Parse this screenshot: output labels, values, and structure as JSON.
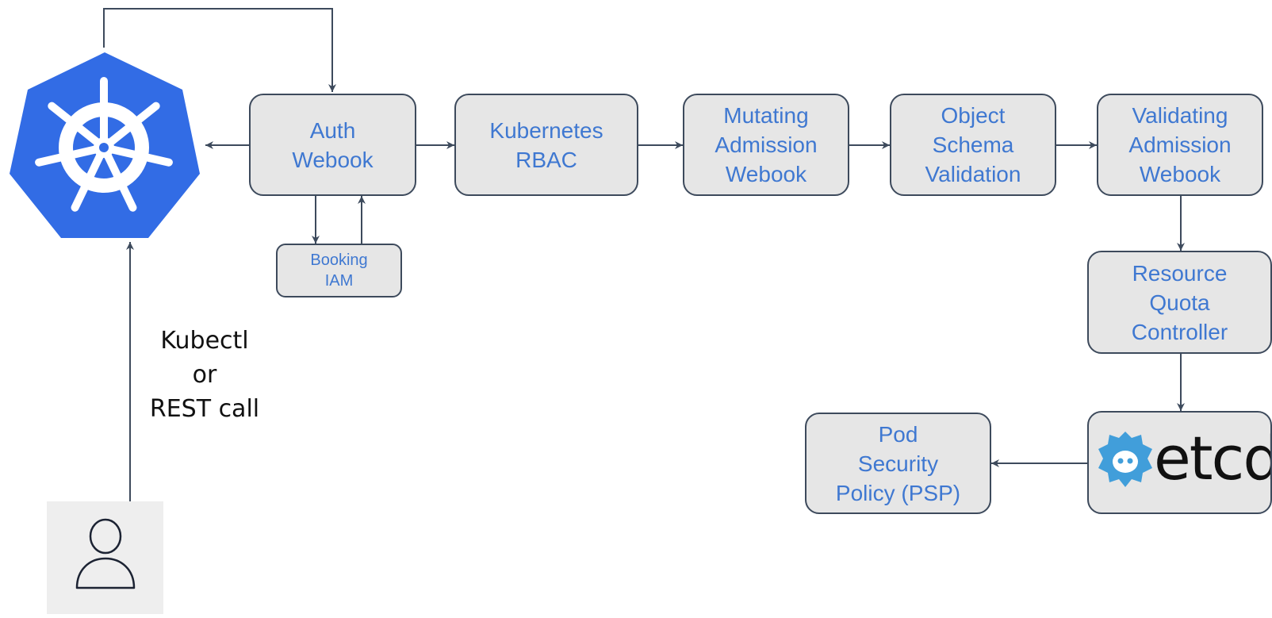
{
  "diagram": {
    "nodes": {
      "auth_webhook": "Auth\nWebook",
      "kubernetes_rbac": "Kubernetes\nRBAC",
      "mutating_webhook": "Mutating\nAdmission\nWebook",
      "object_schema": "Object\nSchema\nValidation",
      "validating_webhook": "Validating\nAdmission\nWebook",
      "booking_iam": "Booking\nIAM",
      "resource_quota": "Resource\nQuota\nController",
      "etcd": "etcd",
      "pod_security_policy": "Pod\nSecurity\nPolicy (PSP)"
    },
    "client_label": "Kubectl\nor\nREST call",
    "icons": {
      "kubernetes": "kubernetes-helm-logo",
      "etcd": "etcd-logo",
      "user": "user-icon"
    },
    "colors": {
      "node_fill": "#e6e6e6",
      "node_border": "#3d4a5c",
      "node_text": "#3f78d1",
      "kubernetes_blue": "#326ce5",
      "etcd_blue": "#419eda",
      "wire": "#3d4a5c"
    }
  }
}
